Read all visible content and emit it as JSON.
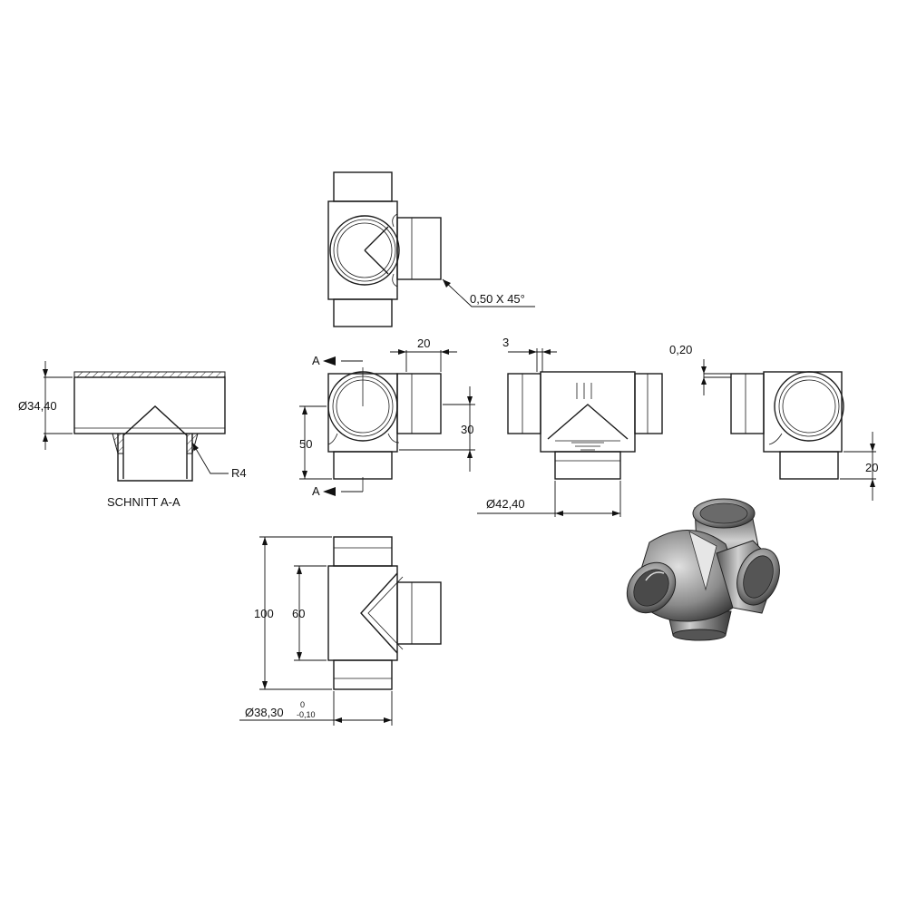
{
  "views": {
    "top": {
      "chamfer_label": "0,50 X 45°"
    },
    "section": {
      "diameter_label": "Ø34,40",
      "radius_label": "R4",
      "caption": "SCHNITT A-A"
    },
    "front": {
      "section_marker_top": "A",
      "section_marker_bottom": "A",
      "dim_top": "20",
      "dim_height": "50",
      "dim_right": "30"
    },
    "side": {
      "dim_wall": "3",
      "dim_diameter": "Ø42,40"
    },
    "right": {
      "dim_offset": "0,20",
      "dim_height": "20"
    },
    "bottom": {
      "dim_total": "100",
      "dim_inner": "60",
      "dim_diameter": "Ø38,30",
      "tol_upper": "0",
      "tol_lower": "-0,10"
    }
  },
  "colors": {
    "line": "#1a1a1a",
    "metal_dark": "#3a3a3a",
    "metal_light": "#b8b8b8"
  }
}
